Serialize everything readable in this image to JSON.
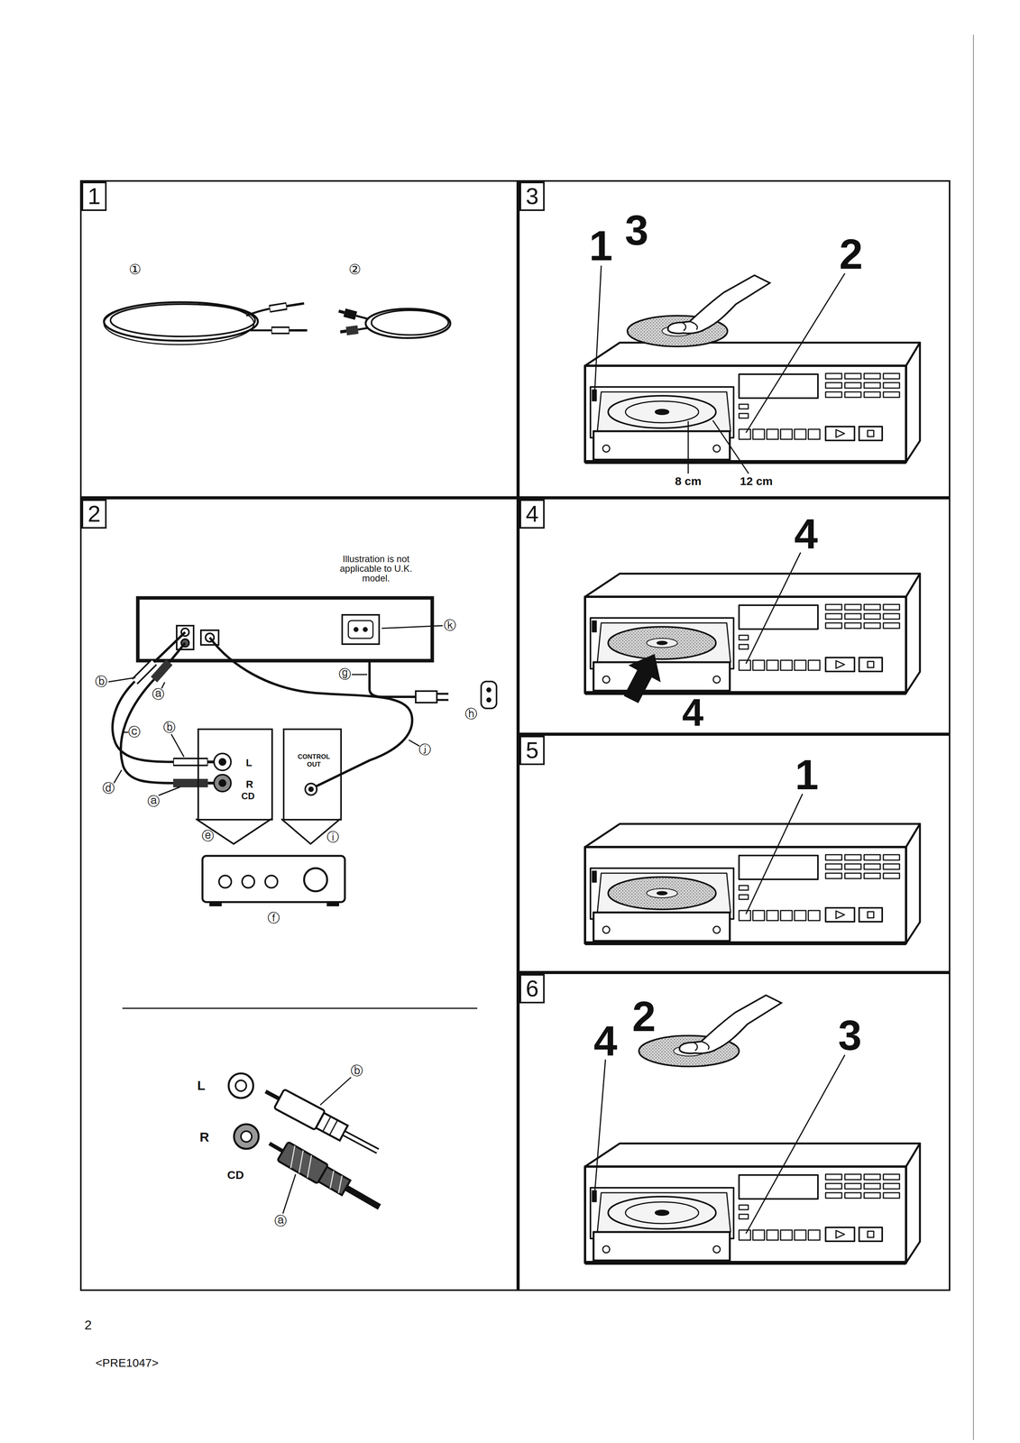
{
  "diagram": {
    "nodes": [
      {
        "text": [
          "1"
        ]
      },
      {
        "text": [
          "2"
        ]
      },
      {
        "text": [
          "L",
          "R",
          "CD"
        ],
        "in": 1
      },
      {
        "text": [
          "CONTROL OUT"
        ],
        "in": 1
      },
      {
        "text": [
          "3"
        ]
      },
      {
        "text": [
          "4"
        ]
      },
      {
        "text": [
          "5"
        ]
      },
      {
        "text": [
          "6"
        ]
      }
    ],
    "labels": [
      "①",
      "②",
      "Illustration is not applicable to U.K. model.",
      "ⓚ",
      "ⓑ",
      "ⓐ",
      "ⓖ",
      "ⓗ",
      "ⓒ",
      "ⓑ",
      "ⓓ",
      "ⓐ",
      "ⓔ",
      "ⓘ",
      "ⓙ",
      "ⓕ",
      "L",
      "ⓑ",
      "R",
      "CD",
      "ⓐ",
      "1",
      "3",
      "2",
      "8 cm",
      "12 cm",
      "4",
      "4",
      "1",
      "4",
      "2",
      "3",
      "2",
      "<PRE1047>"
    ]
  }
}
